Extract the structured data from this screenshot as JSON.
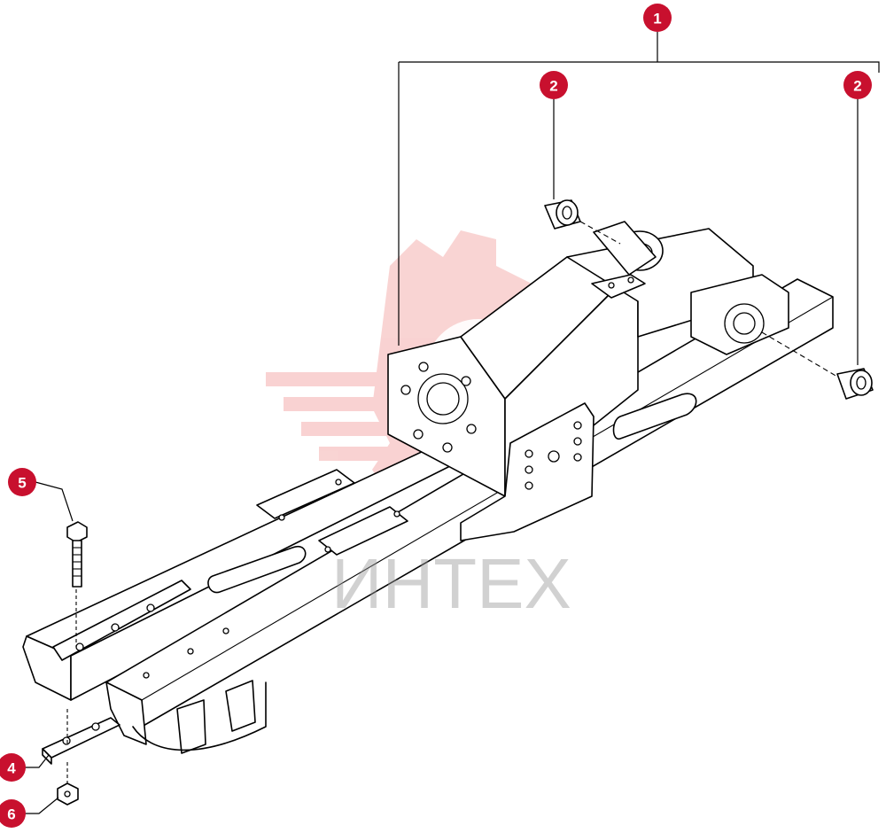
{
  "watermark": {
    "text": "ИНТЕХ",
    "color": "#e53935"
  },
  "callouts": [
    {
      "id": "1",
      "label": "1"
    },
    {
      "id": "2a",
      "label": "2"
    },
    {
      "id": "2b",
      "label": "2"
    },
    {
      "id": "4",
      "label": "4"
    },
    {
      "id": "5",
      "label": "5"
    },
    {
      "id": "6",
      "label": "6"
    }
  ],
  "colors": {
    "callout": "#c8102e",
    "line": "#000000"
  }
}
